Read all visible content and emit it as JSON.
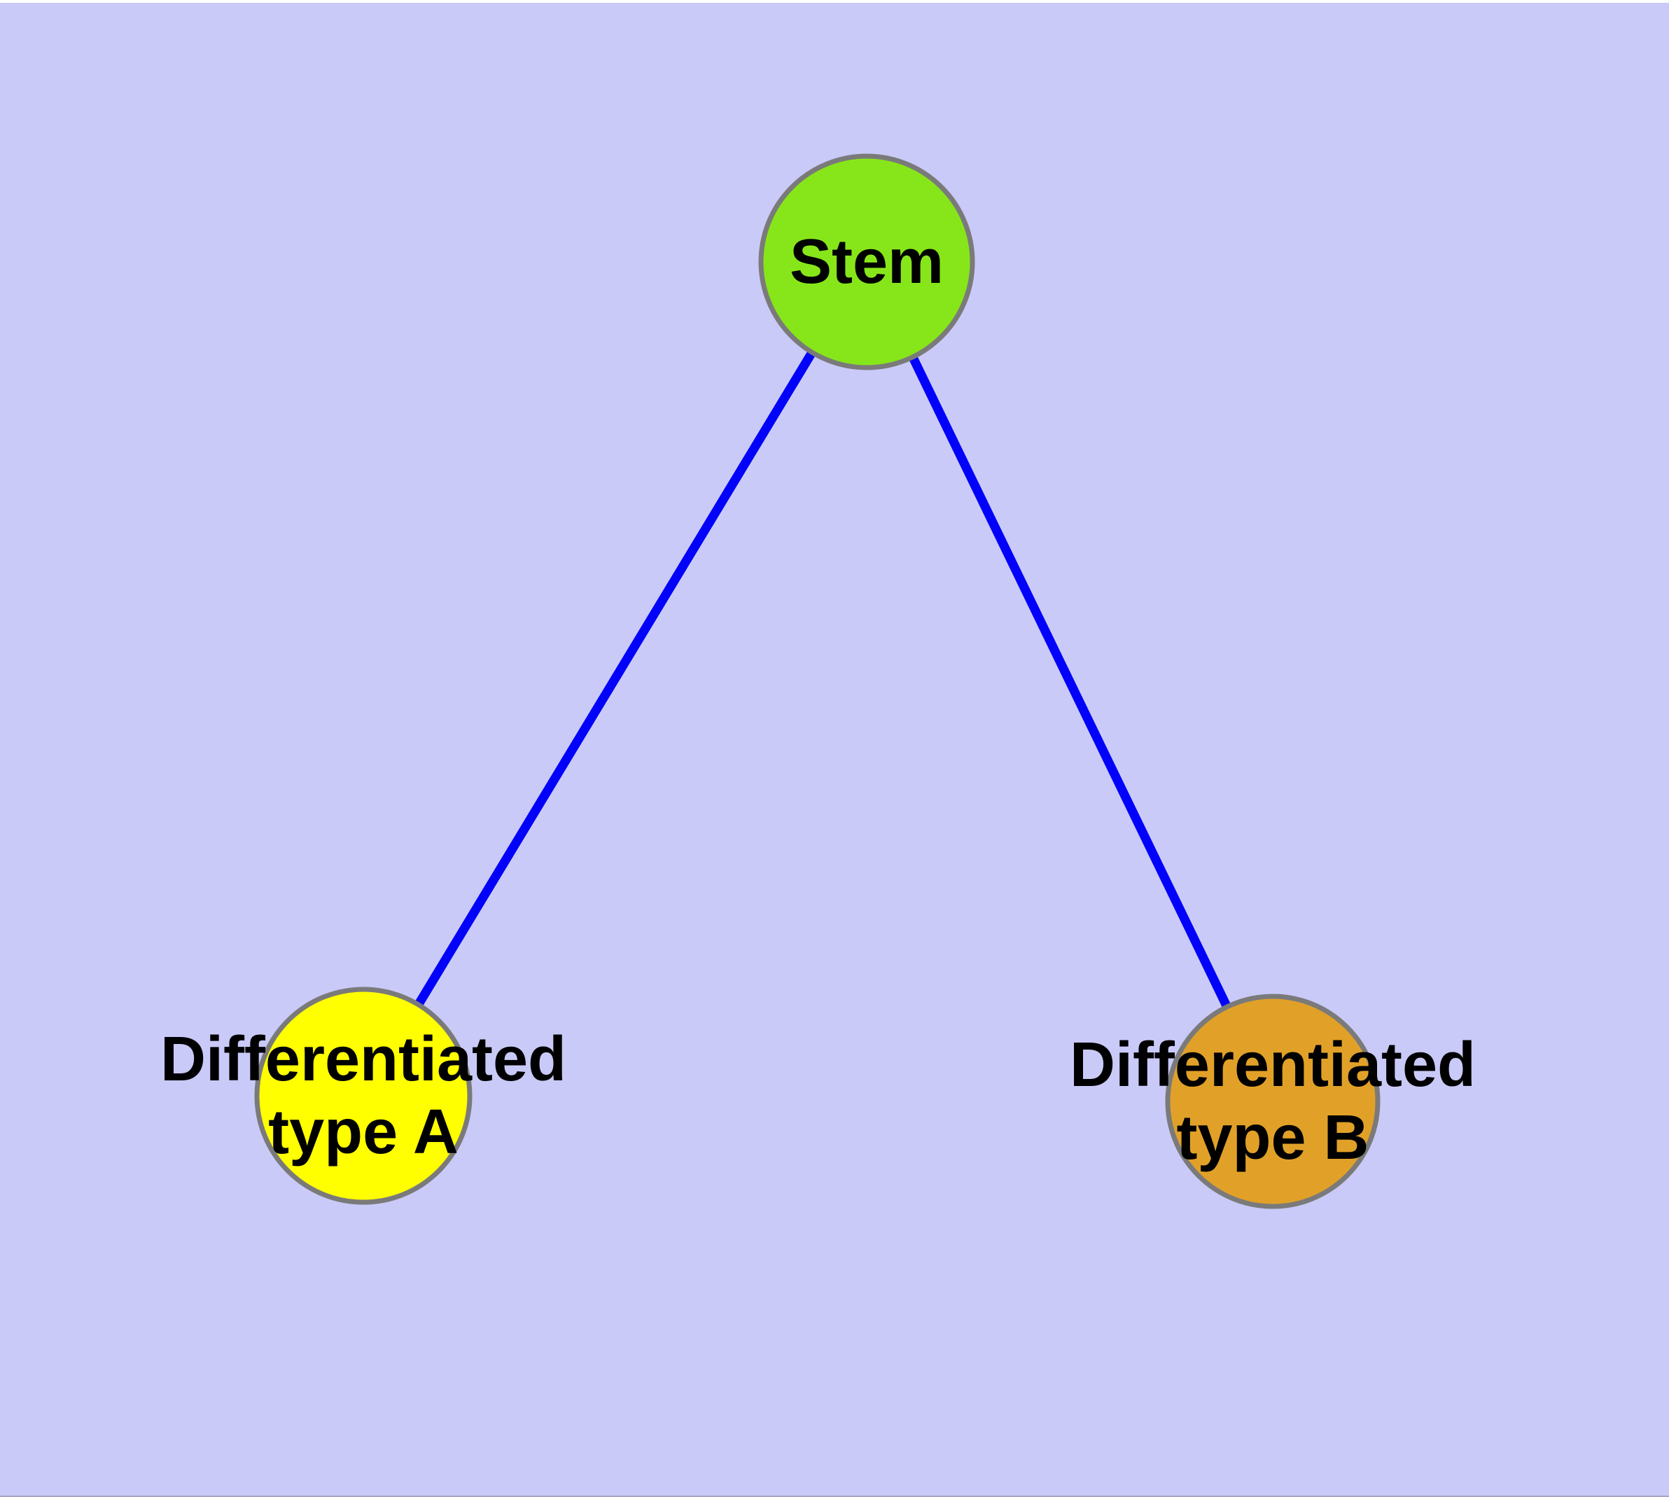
{
  "figure": {
    "type": "graph-diagram",
    "description": "Stem cell differentiation graph: one stem node linked to two differentiated cell-type nodes",
    "background_color": "#CACAF8",
    "top_margin_color": "#FFFFFF",
    "bottom_edge_color": "#A5A5C2",
    "edge_color": "#0202FA",
    "node_border_color": "#7A7A7A",
    "label_color": "#000000",
    "nodes": [
      {
        "id": "stem",
        "label": "Stem",
        "fill": "#87E619"
      },
      {
        "id": "differentiated-type-a",
        "label": "Differentiated type A",
        "label_lines": [
          "Differentiated",
          "type A"
        ],
        "fill": "#FFFF00"
      },
      {
        "id": "differentiated-type-b",
        "label": "Differentiated type B",
        "label_lines": [
          "Differentiated",
          "type B"
        ],
        "fill": "#E1A128"
      }
    ],
    "edges": [
      {
        "from": "stem",
        "to": "differentiated-type-a"
      },
      {
        "from": "stem",
        "to": "differentiated-type-b"
      }
    ]
  }
}
